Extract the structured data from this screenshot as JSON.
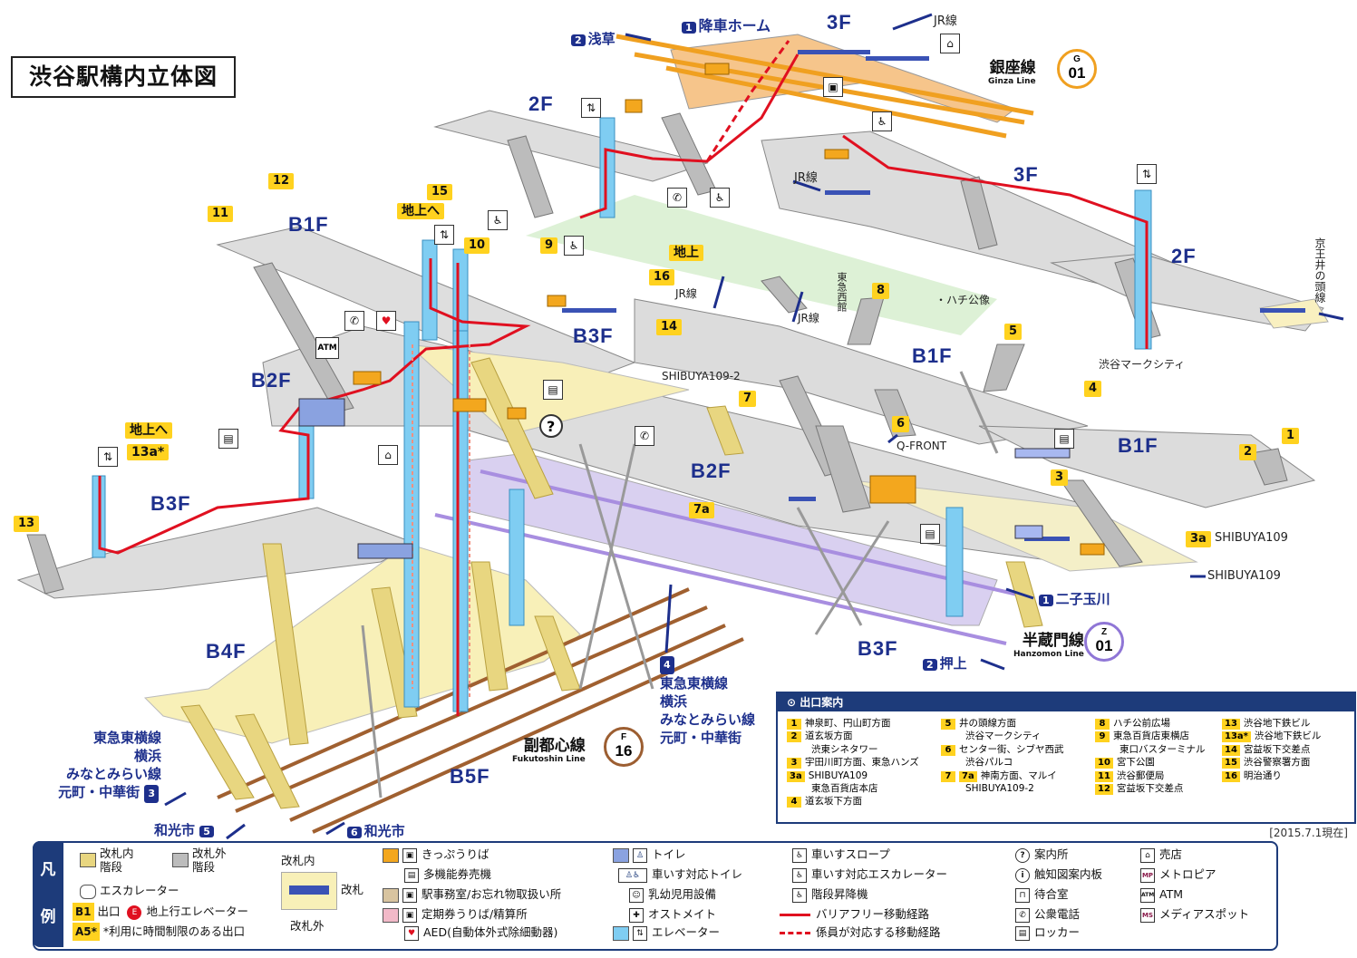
{
  "title": "渋谷駅構内立体図",
  "floors": {
    "f3_top": "3F",
    "f2_left": "2F",
    "f3_right": "3F",
    "f2_right": "2F",
    "b1_left": "B1F",
    "b3_mid": "B3F",
    "b2_left": "B2F",
    "b3_left": "B3F",
    "b1_center": "B1F",
    "b2_center": "B2F",
    "b1_right": "B1F",
    "b4": "B4F",
    "b3_bottom": "B3F",
    "b5": "B5F"
  },
  "platform": {
    "num": "1",
    "label": "降車ホーム"
  },
  "asakusa": {
    "num": "2",
    "label": "浅草"
  },
  "ginza_line": {
    "name": "銀座線",
    "name_en": "Ginza Line",
    "code_letter": "G",
    "code_num": "01",
    "color": "#f0a020"
  },
  "hanzomon_line": {
    "name": "半蔵門線",
    "name_en": "Hanzomon Line",
    "code_letter": "Z",
    "code_num": "01",
    "color": "#8f76d6"
  },
  "fukutoshin_line": {
    "name": "副都心線",
    "name_en": "Fukutoshin Line",
    "code_letter": "F",
    "code_num": "16",
    "color": "#9c5e31"
  },
  "jr_top": "JR線",
  "jr_mid": "JR線",
  "jr_a": "JR線",
  "jr_b": "JR線",
  "keio": "京王井の頭線",
  "shibuya_mark_city": "渋谷マークシティ",
  "hachiko": "・ハチ公像",
  "tokyu_nishikan": "東急西館",
  "ground": "地上",
  "to_ground_15": "地上へ",
  "to_ground_13a": "地上へ",
  "shibuya109_2": "SHIBUYA109-2",
  "qfront": "Q-FRONT",
  "shibuya109_3a": "SHIBUYA109",
  "shibuya109_arrow": "SHIBUYA109",
  "futako": {
    "num": "1",
    "label": "二子玉川"
  },
  "oshiage": {
    "num": "2",
    "label": "押上"
  },
  "toyoko_4": {
    "num": "4",
    "lines": [
      "東急東横線",
      "横浜",
      "みなとみらい線",
      "元町・中華街"
    ]
  },
  "toyoko_3": {
    "num": "3",
    "lines": [
      "東急東横線",
      "横浜",
      "みなとみらい線",
      "元町・中華街"
    ]
  },
  "wakoshi_5": {
    "num": "5",
    "label": "和光市"
  },
  "wakoshi_6": {
    "num": "6",
    "label": "和光市"
  },
  "exits_map": {
    "e1": "1",
    "e2": "2",
    "e3": "3",
    "e3a": "3a",
    "e4": "4",
    "e5": "5",
    "e6": "6",
    "e7": "7",
    "e7a": "7a",
    "e8": "8",
    "e9": "9",
    "e10": "10",
    "e11": "11",
    "e12": "12",
    "e13": "13",
    "e13a": "13a*",
    "e14": "14",
    "e15": "15",
    "e16": "16"
  },
  "exit_guide": {
    "header": "出口案内",
    "col1": [
      {
        "b": "1",
        "t": "神泉町、円山町方面"
      },
      {
        "b": "2",
        "t": "道玄坂方面"
      },
      {
        "b": "",
        "t": "渋東シネタワー"
      },
      {
        "b": "3",
        "t": "宇田川町方面、東急ハンズ"
      },
      {
        "b": "3a",
        "t": "SHIBUYA109"
      },
      {
        "b": "",
        "t": "東急百貨店本店"
      },
      {
        "b": "4",
        "t": "道玄坂下方面"
      }
    ],
    "col2": [
      {
        "b": "5",
        "t": "井の頭線方面"
      },
      {
        "b": "",
        "t": "渋谷マークシティ"
      },
      {
        "b": "6",
        "t": "センター街、シブヤ西武"
      },
      {
        "b": "",
        "t": "渋谷パルコ"
      },
      {
        "b": "7 7a",
        "t": "神南方面、マルイ"
      },
      {
        "b": "",
        "t": "SHIBUYA109-2"
      }
    ],
    "col3": [
      {
        "b": "8",
        "t": "ハチ公前広場"
      },
      {
        "b": "9",
        "t": "東急百貨店東横店"
      },
      {
        "b": "",
        "t": "東口バスターミナル"
      },
      {
        "b": "10",
        "t": "宮下公園"
      },
      {
        "b": "11",
        "t": "渋谷郵便局"
      },
      {
        "b": "12",
        "t": "宮益坂下交差点"
      }
    ],
    "col4": [
      {
        "b": "13",
        "t": "渋谷地下鉄ビル"
      },
      {
        "b": "13a*",
        "t": "渋谷地下鉄ビル"
      },
      {
        "b": "14",
        "t": "宮益坂下交差点"
      },
      {
        "b": "15",
        "t": "渋谷警察署方面"
      },
      {
        "b": "16",
        "t": "明治通り"
      }
    ]
  },
  "date": "[2015.7.1現在]",
  "legend": {
    "side": [
      "凡",
      "例"
    ],
    "stairs_in": "改札内\n階段",
    "stairs_out": "改札外\n階段",
    "escalator": "エスカレーター",
    "exit_badge": "B1",
    "exit": "出口",
    "elevator_up_badge": "E",
    "elevator_up": "地上行エレベーター",
    "limited_badge": "A5*",
    "limited": "*利用に時間制限のある出口",
    "gate_in": "改札内",
    "gate": "改札",
    "gate_out": "改札外",
    "tickets": "きっぷうりば",
    "multi_machine": "多機能券売機",
    "office": "駅事務室/お忘れ物取扱い所",
    "pass": "定期券うりば/精算所",
    "aed": "AED(自動体外式除細動器)",
    "toilet": "トイレ",
    "wc_toilet": "車いす対応トイレ",
    "baby": "乳幼児用設備",
    "ostomate": "オストメイト",
    "elevator": "エレベーター",
    "slope": "車いすスロープ",
    "wc_escalator": "車いす対応エスカレーター",
    "stair_lift": "階段昇降機",
    "barrier_free": "バリアフリー移動経路",
    "staff_route": "係員が対応する移動経路",
    "info": "案内所",
    "tactile": "触知図案内板",
    "waiting": "待合室",
    "phone": "公衆電話",
    "locker": "ロッカー",
    "shop": "売店",
    "metropia": "メトロピア",
    "atm": "ATM",
    "media": "メディアスポット",
    "atm_map": "ATM"
  }
}
